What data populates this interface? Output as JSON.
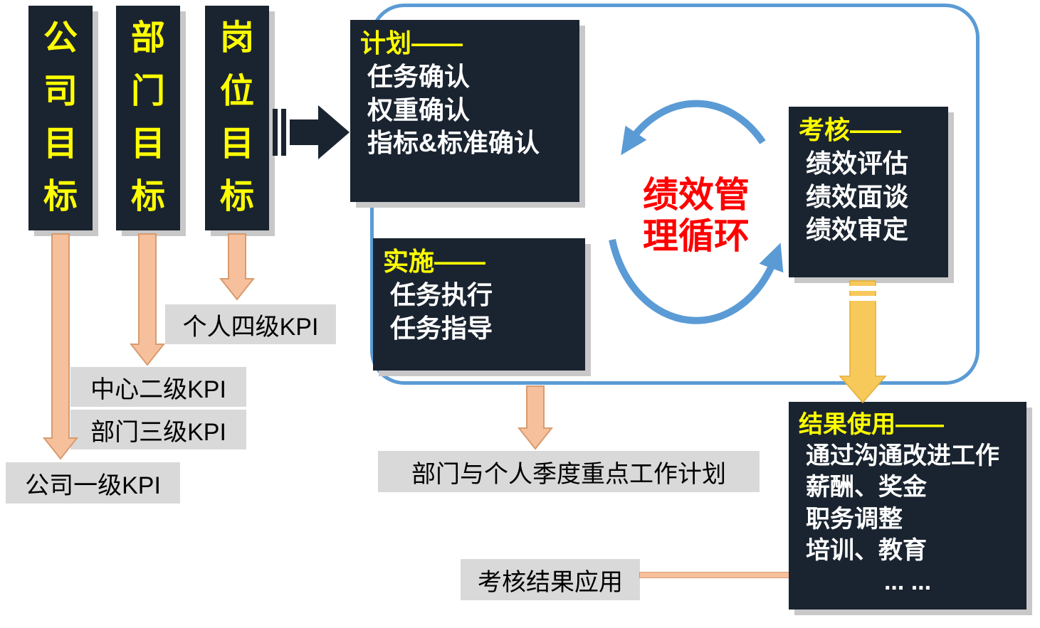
{
  "goal_boxes": [
    {
      "label": "公司目标"
    },
    {
      "label": "部门目标"
    },
    {
      "label": "岗位目标"
    }
  ],
  "kpi_labels": {
    "personal_level4": "个人四级KPI",
    "center_level2": "中心二级KPI",
    "dept_level3": "部门三级KPI",
    "company_level1": "公司一级KPI"
  },
  "plan_box": {
    "title": "计划——",
    "items": [
      "任务确认",
      "权重确认",
      "指标&标准确认"
    ]
  },
  "implement_box": {
    "title": "实施——",
    "items": [
      "任务执行",
      "任务指导"
    ]
  },
  "assess_box": {
    "title": "考核——",
    "items": [
      "绩效评估",
      "绩效面谈",
      "绩效审定"
    ]
  },
  "result_box": {
    "title": "结果使用——",
    "items": [
      "通过沟通改进工作",
      "薪酬、奖金",
      "职务调整",
      "培训、教育",
      "... ..."
    ]
  },
  "cycle_label": {
    "line1": "绩效管",
    "line2": "理循环"
  },
  "bottom_labels": {
    "quarterly_plan": "部门与个人季度重点工作计划",
    "result_application": "考核结果应用"
  },
  "colors": {
    "dark_box": "#1a2430",
    "yellow_text": "#ffff00",
    "gray_label": "#d9d9d9",
    "salmon_arrow": "#f6c09c",
    "gold_arrow": "#f7c95b",
    "cycle_blue": "#5b9bd5",
    "red_text": "#ff0000"
  }
}
